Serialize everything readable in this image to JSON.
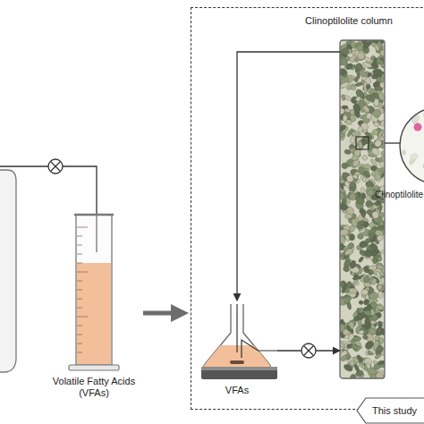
{
  "diagram": {
    "nodes": [
      {
        "text": [
          "Volatile Fatty Acids (VFAs)"
        ]
      },
      {
        "text": [
          "This study"
        ]
      },
      {
        "text": [
          "VFAs"
        ],
        "in": 1
      },
      {
        "text": [
          "Clinoptilolite column"
        ],
        "in": 1
      },
      {
        "text": [
          "Clinoptilolite"
        ],
        "in": 1
      }
    ],
    "edges": [
      {
        "from": 0,
        "to": 2,
        "arrow": "to"
      },
      {
        "from": 2,
        "to": 3,
        "arrow": "to"
      },
      {
        "from": 3,
        "to": 2,
        "arrow": "to"
      },
      {
        "from": 3,
        "to": 4,
        "arrow": "none"
      }
    ]
  }
}
